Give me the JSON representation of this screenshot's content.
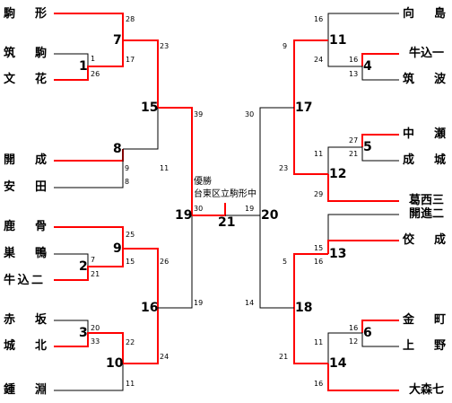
{
  "left_teams": [
    "駒　形",
    "筑　駒",
    "文　花",
    "開　成",
    "安　田",
    "鹿　骨",
    "巣　鴨",
    "牛込二",
    "赤　坂",
    "城　北",
    "鍾　淵"
  ],
  "right_teams": [
    "向　島",
    "牛込一",
    "筑　波",
    "中　瀬",
    "成　城",
    "葛西三",
    "開進二",
    "佼　成",
    "金　町",
    "上　野",
    "大森七"
  ],
  "games": {
    "g1": "1",
    "g2": "2",
    "g3": "3",
    "g4": "4",
    "g5": "5",
    "g6": "6",
    "g7": "7",
    "g8": "8",
    "g9": "9",
    "g10": "10",
    "g11": "11",
    "g12": "12",
    "g13": "13",
    "g14": "14",
    "g15": "15",
    "g16": "16",
    "g17": "17",
    "g18": "18",
    "g19": "19",
    "g20": "20",
    "g21": "21"
  },
  "scores": {
    "s_komagata": "28",
    "s_g1_top": "1",
    "s_g1_bot": "26",
    "s_g7_g1": "17",
    "s_g15_top": "23",
    "s_kaisei": "9",
    "s_yasuda": "8",
    "s_g8": "11",
    "s_g19_top": "39",
    "s_shikahone": "25",
    "s_g2_top": "7",
    "s_g2_bot": "21",
    "s_g9_g2": "15",
    "s_g16_top": "26",
    "s_g3_top": "20",
    "s_g3_bot": "33",
    "s_g10_g3": "22",
    "s_kanebuchi": "11",
    "s_g16_bot": "24",
    "s_g19_bot": "19",
    "s_g21_left": "30",
    "s_g21_right": "19",
    "s_mukojima": "16",
    "s_g11": "9",
    "s_g4_top": "16",
    "s_g4_bot": "13",
    "s_g11_g4": "24",
    "s_g20_top": "30",
    "s_g5_top": "27",
    "s_g5_bot": "21",
    "s_g12_g5": "11",
    "s_g17": "23",
    "s_kasai": "29",
    "s_g13_top": "15",
    "s_g13_bot": "16",
    "s_g18_g13": "5",
    "s_g6_top": "16",
    "s_g6_bot": "12",
    "s_g14_g6": "11",
    "s_g18_bot": "21",
    "s_omori": "16",
    "s_g20_bot": "14"
  },
  "champion": {
    "label": "優勝",
    "team": "台東区立駒形中"
  },
  "colors": {
    "winner_line": "#ff0000",
    "loser_line": "#000000"
  }
}
